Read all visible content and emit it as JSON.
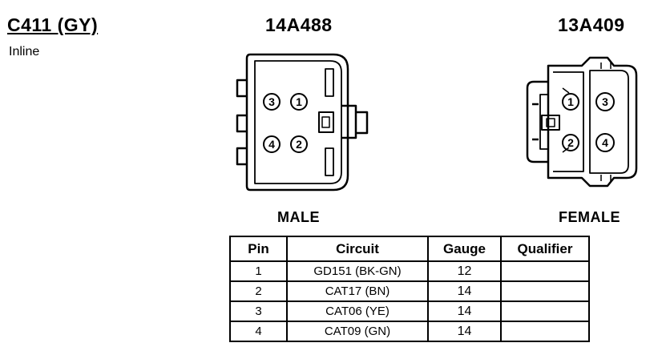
{
  "connector": {
    "id": "C411 (GY)",
    "location": "Inline"
  },
  "male": {
    "part_number": "14A488",
    "label": "MALE",
    "pins": [
      "3",
      "1",
      "4",
      "2"
    ]
  },
  "female": {
    "part_number": "13A409",
    "label": "FEMALE",
    "pins": [
      "1",
      "3",
      "2",
      "4"
    ]
  },
  "pin_table": {
    "headers": [
      "Pin",
      "Circuit",
      "Gauge",
      "Qualifier"
    ],
    "rows": [
      {
        "pin": "1",
        "circuit": "GD151 (BK-GN)",
        "gauge": "12",
        "qualifier": ""
      },
      {
        "pin": "2",
        "circuit": "CAT17 (BN)",
        "gauge": "14",
        "qualifier": ""
      },
      {
        "pin": "3",
        "circuit": "CAT06 (YE)",
        "gauge": "14",
        "qualifier": ""
      },
      {
        "pin": "4",
        "circuit": "CAT09 (GN)",
        "gauge": "14",
        "qualifier": ""
      }
    ]
  }
}
